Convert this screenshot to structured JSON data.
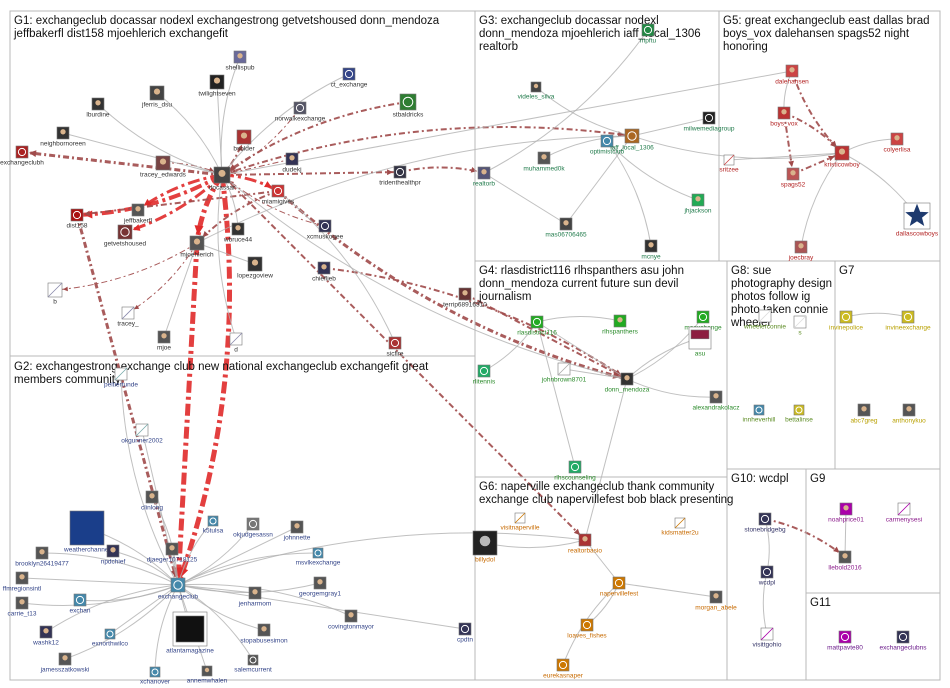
{
  "groups": [
    {
      "id": "G1",
      "label": "G1: exchangeclub docassar nodexl exchangestrong getvetshoused donn_mendoza",
      "label2": "jeffbakerfl dist158 mjoehlerich exchangefit"
    },
    {
      "id": "G2",
      "label": "G2: exchangestrong exchange club new national exchangeclub exchangefit great",
      "label2": "members community"
    },
    {
      "id": "G3",
      "label": "G3: exchangeclub docassar nodexl",
      "label2": "donn_mendoza mjoehlerich iaff_local_1306",
      "label3": "realtorb"
    },
    {
      "id": "G4",
      "label": "G4: rlasdistrict116 rlhspanthers asu john",
      "label2": "donn_mendoza current future sun devil",
      "label3": "journalism"
    },
    {
      "id": "G5",
      "label": "G5: great exchangeclub east dallas brad",
      "label2": "boys_vox dalehansen spags52 night",
      "label3": "honoring"
    },
    {
      "id": "G6",
      "label": "G6: naperville exchangeclub thank community",
      "label2": "exchange club napervillefest bob black presenting"
    },
    {
      "id": "G7",
      "label": "G7"
    },
    {
      "id": "G8",
      "label": "G8: sue",
      "label2": "photography design",
      "label3": "photos follow ig",
      "label4": "photo taken connie",
      "label5": "wheeler"
    },
    {
      "id": "G9",
      "label": "G9"
    },
    {
      "id": "G10",
      "label": "G10: wcdpl"
    },
    {
      "id": "G11",
      "label": "G11"
    }
  ],
  "nodes": [
    {
      "id": "shellispub",
      "g": 1,
      "c": "#6a6a9a",
      "icon": "avatar"
    },
    {
      "id": "ct_exchange",
      "g": 1,
      "c": "#334488",
      "icon": "logo"
    },
    {
      "id": "twilightseven",
      "g": 1,
      "c": "#222",
      "icon": "avatar"
    },
    {
      "id": "jferris_dsu",
      "g": 1,
      "c": "#444",
      "icon": "avatar"
    },
    {
      "id": "stbaldricks",
      "g": 1,
      "c": "#2e7d32",
      "icon": "logo"
    },
    {
      "id": "norwalkexchange",
      "g": 1,
      "c": "#556",
      "icon": "logo"
    },
    {
      "id": "lburdine",
      "g": 1,
      "c": "#333",
      "icon": "avatar"
    },
    {
      "id": "neighbornoreen",
      "g": 1,
      "c": "#333",
      "icon": "avatar"
    },
    {
      "id": "bsolder",
      "g": 1,
      "c": "#a33",
      "icon": "avatar"
    },
    {
      "id": "exchangeclubh",
      "g": 1,
      "c": "#a22",
      "icon": "logo"
    },
    {
      "id": "tracey_edwards",
      "g": 1,
      "c": "#744",
      "icon": "avatar"
    },
    {
      "id": "dudekj",
      "g": 1,
      "c": "#335",
      "icon": "avatar"
    },
    {
      "id": "docassar",
      "g": 1,
      "c": "#444",
      "icon": "avatar"
    },
    {
      "id": "tridenthealthpr",
      "g": 1,
      "c": "#334",
      "icon": "logo"
    },
    {
      "id": "miamigives",
      "g": 1,
      "c": "#c33",
      "icon": "logo"
    },
    {
      "id": "dist158",
      "g": 1,
      "c": "#a11",
      "icon": "logo"
    },
    {
      "id": "jeffbakerfl",
      "g": 1,
      "c": "#555",
      "icon": "avatar"
    },
    {
      "id": "getvetshoused",
      "g": 1,
      "c": "#733",
      "icon": "logo"
    },
    {
      "id": "xcmuskogee",
      "g": 1,
      "c": "#335",
      "icon": "logo"
    },
    {
      "id": "wbruce44",
      "g": 1,
      "c": "#333",
      "icon": "avatar"
    },
    {
      "id": "mjoehlerich",
      "g": 1,
      "c": "#555",
      "icon": "avatar"
    },
    {
      "id": "lopezgoview",
      "g": 1,
      "c": "#333",
      "icon": "avatar"
    },
    {
      "id": "chieflieb",
      "g": 1,
      "c": "#335",
      "icon": "avatar"
    },
    {
      "id": "terrip68916310",
      "g": 1,
      "c": "#633",
      "icon": "avatar"
    },
    {
      "id": "tracey_",
      "g": 1,
      "c": "#88a",
      "icon": "blank"
    },
    {
      "id": "b",
      "g": 1,
      "c": "#88a",
      "icon": "blank"
    },
    {
      "id": "mjoe",
      "g": 1,
      "c": "#555",
      "icon": "avatar"
    },
    {
      "id": "d",
      "g": 1,
      "c": "#88a",
      "icon": "blank"
    },
    {
      "id": "sicfire",
      "g": 1,
      "c": "#a33",
      "icon": "logo"
    },
    {
      "id": "videles_silva",
      "g": 3,
      "c": "#444",
      "icon": "avatar"
    },
    {
      "id": "mpftu",
      "g": 3,
      "c": "#284",
      "icon": "logo"
    },
    {
      "id": "milwemediagroup",
      "g": 3,
      "c": "#222",
      "icon": "logo"
    },
    {
      "id": "optimistclub",
      "g": 3,
      "c": "#48a",
      "icon": "logo"
    },
    {
      "id": "iaff_local_1306",
      "g": 3,
      "c": "#a62",
      "icon": "logo"
    },
    {
      "id": "muhammed0k",
      "g": 3,
      "c": "#555",
      "icon": "avatar"
    },
    {
      "id": "realtorb",
      "g": 3,
      "c": "#557",
      "icon": "avatar"
    },
    {
      "id": "jhjackson",
      "g": 3,
      "c": "#2a5",
      "icon": "avatar"
    },
    {
      "id": "mas06706465",
      "g": 3,
      "c": "#444",
      "icon": "avatar"
    },
    {
      "id": "mcnye",
      "g": 3,
      "c": "#333",
      "icon": "avatar"
    },
    {
      "id": "dalehansen",
      "g": 5,
      "c": "#c44",
      "icon": "avatar"
    },
    {
      "id": "boys_vox",
      "g": 5,
      "c": "#b33",
      "icon": "avatar"
    },
    {
      "id": "sritzee",
      "g": 5,
      "c": "#c44",
      "icon": "blank"
    },
    {
      "id": "spags52",
      "g": 5,
      "c": "#b55",
      "icon": "avatar"
    },
    {
      "id": "kristicowboy",
      "g": 5,
      "c": "#b33",
      "icon": "avatar"
    },
    {
      "id": "colyerlisa",
      "g": 5,
      "c": "#c44",
      "icon": "avatar"
    },
    {
      "id": "joecbray",
      "g": 5,
      "c": "#a55",
      "icon": "avatar"
    },
    {
      "id": "dallascowboys",
      "g": 5,
      "c": "#1e3a6e",
      "icon": "star"
    },
    {
      "id": "rlasdistrict116",
      "g": 4,
      "c": "#2a2",
      "icon": "logo"
    },
    {
      "id": "maexchange",
      "g": 4,
      "c": "#2a2",
      "icon": "logo"
    },
    {
      "id": "rlhspanthers",
      "g": 4,
      "c": "#2a2",
      "icon": "avatar"
    },
    {
      "id": "asu",
      "g": 4,
      "c": "#a01",
      "icon": "asu"
    },
    {
      "id": "rlitennis",
      "g": 4,
      "c": "#2a6",
      "icon": "logo"
    },
    {
      "id": "johnbrown8701",
      "g": 4,
      "c": "#aaa",
      "icon": "blank"
    },
    {
      "id": "donn_mendoza",
      "g": 4,
      "c": "#333",
      "icon": "avatar"
    },
    {
      "id": "alexandrakolacz",
      "g": 4,
      "c": "#555",
      "icon": "avatar"
    },
    {
      "id": "rlhscounseling",
      "g": 4,
      "c": "#2a6",
      "icon": "logo"
    },
    {
      "id": "wheelerconnie",
      "g": 8,
      "c": "#ddd",
      "icon": "blank"
    },
    {
      "id": "s",
      "g": 8,
      "c": "#ddd",
      "icon": "blank"
    },
    {
      "id": "innheverhill",
      "g": 8,
      "c": "#48a",
      "icon": "logo"
    },
    {
      "id": "bettalinse",
      "g": 8,
      "c": "#cb2",
      "icon": "logo"
    },
    {
      "id": "invinepolice",
      "g": 7,
      "c": "#cb2",
      "icon": "logo"
    },
    {
      "id": "invineexchange",
      "g": 7,
      "c": "#cb2",
      "icon": "logo"
    },
    {
      "id": "abc7greg",
      "g": 7,
      "c": "#555",
      "icon": "avatar"
    },
    {
      "id": "anthonykuo",
      "g": 7,
      "c": "#555",
      "icon": "avatar"
    },
    {
      "id": "peltiertunde",
      "g": 2,
      "c": "#7aa",
      "icon": "blank"
    },
    {
      "id": "okgunner2002",
      "g": 2,
      "c": "#7aa",
      "icon": "blank"
    },
    {
      "id": "clinlong",
      "g": 2,
      "c": "#555",
      "icon": "avatar"
    },
    {
      "id": "weatherchannel",
      "g": 2,
      "c": "#1a3e7a",
      "icon": "twc"
    },
    {
      "id": "brooklyn26419477",
      "g": 2,
      "c": "#555",
      "icon": "avatar"
    },
    {
      "id": "npdchief",
      "g": 2,
      "c": "#335",
      "icon": "avatar"
    },
    {
      "id": "djaeger10718125",
      "g": 2,
      "c": "#555",
      "icon": "avatar"
    },
    {
      "id": "k5tulsa",
      "g": 2,
      "c": "#48a",
      "icon": "logo"
    },
    {
      "id": "okjudgesassn",
      "g": 2,
      "c": "#777",
      "icon": "logo"
    },
    {
      "id": "johnnette",
      "g": 2,
      "c": "#555",
      "icon": "avatar"
    },
    {
      "id": "msvlkexchange",
      "g": 2,
      "c": "#48a",
      "icon": "logo"
    },
    {
      "id": "georgemgray1",
      "g": 2,
      "c": "#555",
      "icon": "avatar"
    },
    {
      "id": "ffmregionsintl",
      "g": 2,
      "c": "#555",
      "icon": "avatar"
    },
    {
      "id": "exchangeclub",
      "g": 2,
      "c": "#48a",
      "icon": "logo"
    },
    {
      "id": "jenharmom",
      "g": 2,
      "c": "#555",
      "icon": "avatar"
    },
    {
      "id": "carrie_t13",
      "g": 2,
      "c": "#555",
      "icon": "avatar"
    },
    {
      "id": "exchan",
      "g": 2,
      "c": "#48a",
      "icon": "logo"
    },
    {
      "id": "covingtonmayor",
      "g": 2,
      "c": "#555",
      "icon": "avatar"
    },
    {
      "id": "washk12",
      "g": 2,
      "c": "#335",
      "icon": "avatar"
    },
    {
      "id": "exnorthwilco",
      "g": 2,
      "c": "#48a",
      "icon": "logo"
    },
    {
      "id": "atlantamagazine",
      "g": 2,
      "c": "#111",
      "icon": "atl"
    },
    {
      "id": "stopabusesimon",
      "g": 2,
      "c": "#555",
      "icon": "avatar"
    },
    {
      "id": "cpdtn",
      "g": 2,
      "c": "#335",
      "icon": "logo"
    },
    {
      "id": "jamesszatkowski",
      "g": 2,
      "c": "#555",
      "icon": "avatar"
    },
    {
      "id": "xchanover",
      "g": 2,
      "c": "#48a",
      "icon": "logo"
    },
    {
      "id": "annemwhalen",
      "g": 2,
      "c": "#555",
      "icon": "avatar"
    },
    {
      "id": "salemcurrent",
      "g": 2,
      "c": "#555",
      "icon": "logo"
    },
    {
      "id": "visitnaperville",
      "g": 6,
      "c": "#c70",
      "icon": "blank"
    },
    {
      "id": "kidsmatter2u",
      "g": 6,
      "c": "#c70",
      "icon": "blank"
    },
    {
      "id": "billydol",
      "g": 6,
      "c": "#222",
      "icon": "billy"
    },
    {
      "id": "realtorbasio",
      "g": 6,
      "c": "#a33",
      "icon": "avatar"
    },
    {
      "id": "napervillefest",
      "g": 6,
      "c": "#c70",
      "icon": "logo"
    },
    {
      "id": "morgan_abele",
      "g": 6,
      "c": "#555",
      "icon": "avatar"
    },
    {
      "id": "loaves_fishes",
      "g": 6,
      "c": "#c70",
      "icon": "logo"
    },
    {
      "id": "eurekasnaper",
      "g": 6,
      "c": "#c70",
      "icon": "logo"
    },
    {
      "id": "stonebridgebg",
      "g": 10,
      "c": "#335",
      "icon": "logo"
    },
    {
      "id": "wcdpl",
      "g": 10,
      "c": "#335",
      "icon": "logo"
    },
    {
      "id": "visittgohio",
      "g": 10,
      "c": "#a0a",
      "icon": "blank"
    },
    {
      "id": "noahprice01",
      "g": 9,
      "c": "#a0a",
      "icon": "avatar"
    },
    {
      "id": "carmenysesi",
      "g": 9,
      "c": "#a0a",
      "icon": "blank"
    },
    {
      "id": "llebold2016",
      "g": 9,
      "c": "#555",
      "icon": "avatar"
    },
    {
      "id": "mattpavte80",
      "g": 11,
      "c": "#a0a",
      "icon": "logo"
    },
    {
      "id": "exchangeclubns",
      "g": 11,
      "c": "#335",
      "icon": "logo"
    }
  ]
}
